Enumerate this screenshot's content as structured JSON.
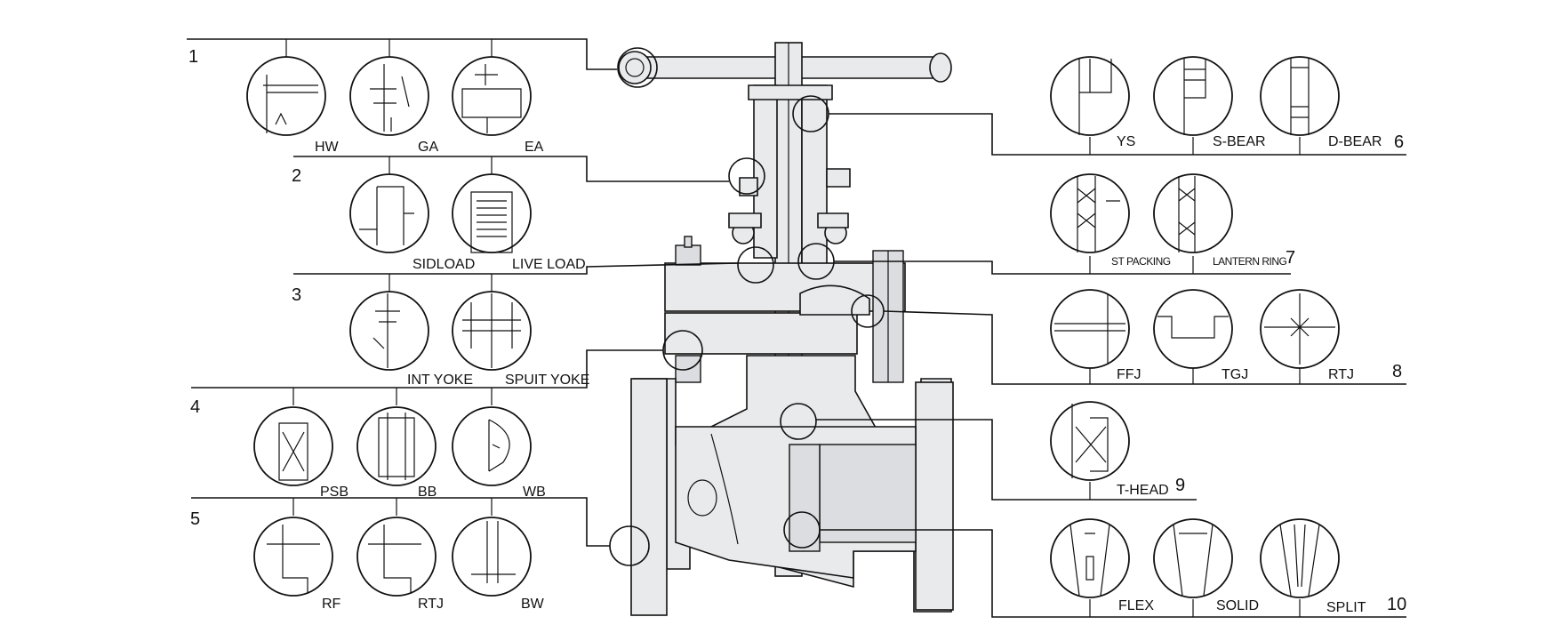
{
  "groups": [
    {
      "number": "1",
      "labels": [
        "HW",
        "GA",
        "EA"
      ]
    },
    {
      "number": "2",
      "labels": [
        "SIDLOAD",
        "LIVE LOAD"
      ]
    },
    {
      "number": "3",
      "labels": [
        "INT YOKE",
        "SPUIT YOKE"
      ]
    },
    {
      "number": "4",
      "labels": [
        "PSB",
        "BB",
        "WB"
      ]
    },
    {
      "number": "5",
      "labels": [
        "RF",
        "RTJ",
        "BW"
      ]
    },
    {
      "number": "6",
      "labels": [
        "YS",
        "S-BEAR",
        "D-BEAR"
      ]
    },
    {
      "number": "7",
      "labels": [
        "ST PACKING",
        "LANTERN RING"
      ]
    },
    {
      "number": "8",
      "labels": [
        "FFJ",
        "TGJ",
        "RTJ"
      ]
    },
    {
      "number": "9",
      "labels": [
        "T-HEAD"
      ]
    },
    {
      "number": "10",
      "labels": [
        "FLEX",
        "SOLID",
        "SPLIT"
      ]
    }
  ]
}
